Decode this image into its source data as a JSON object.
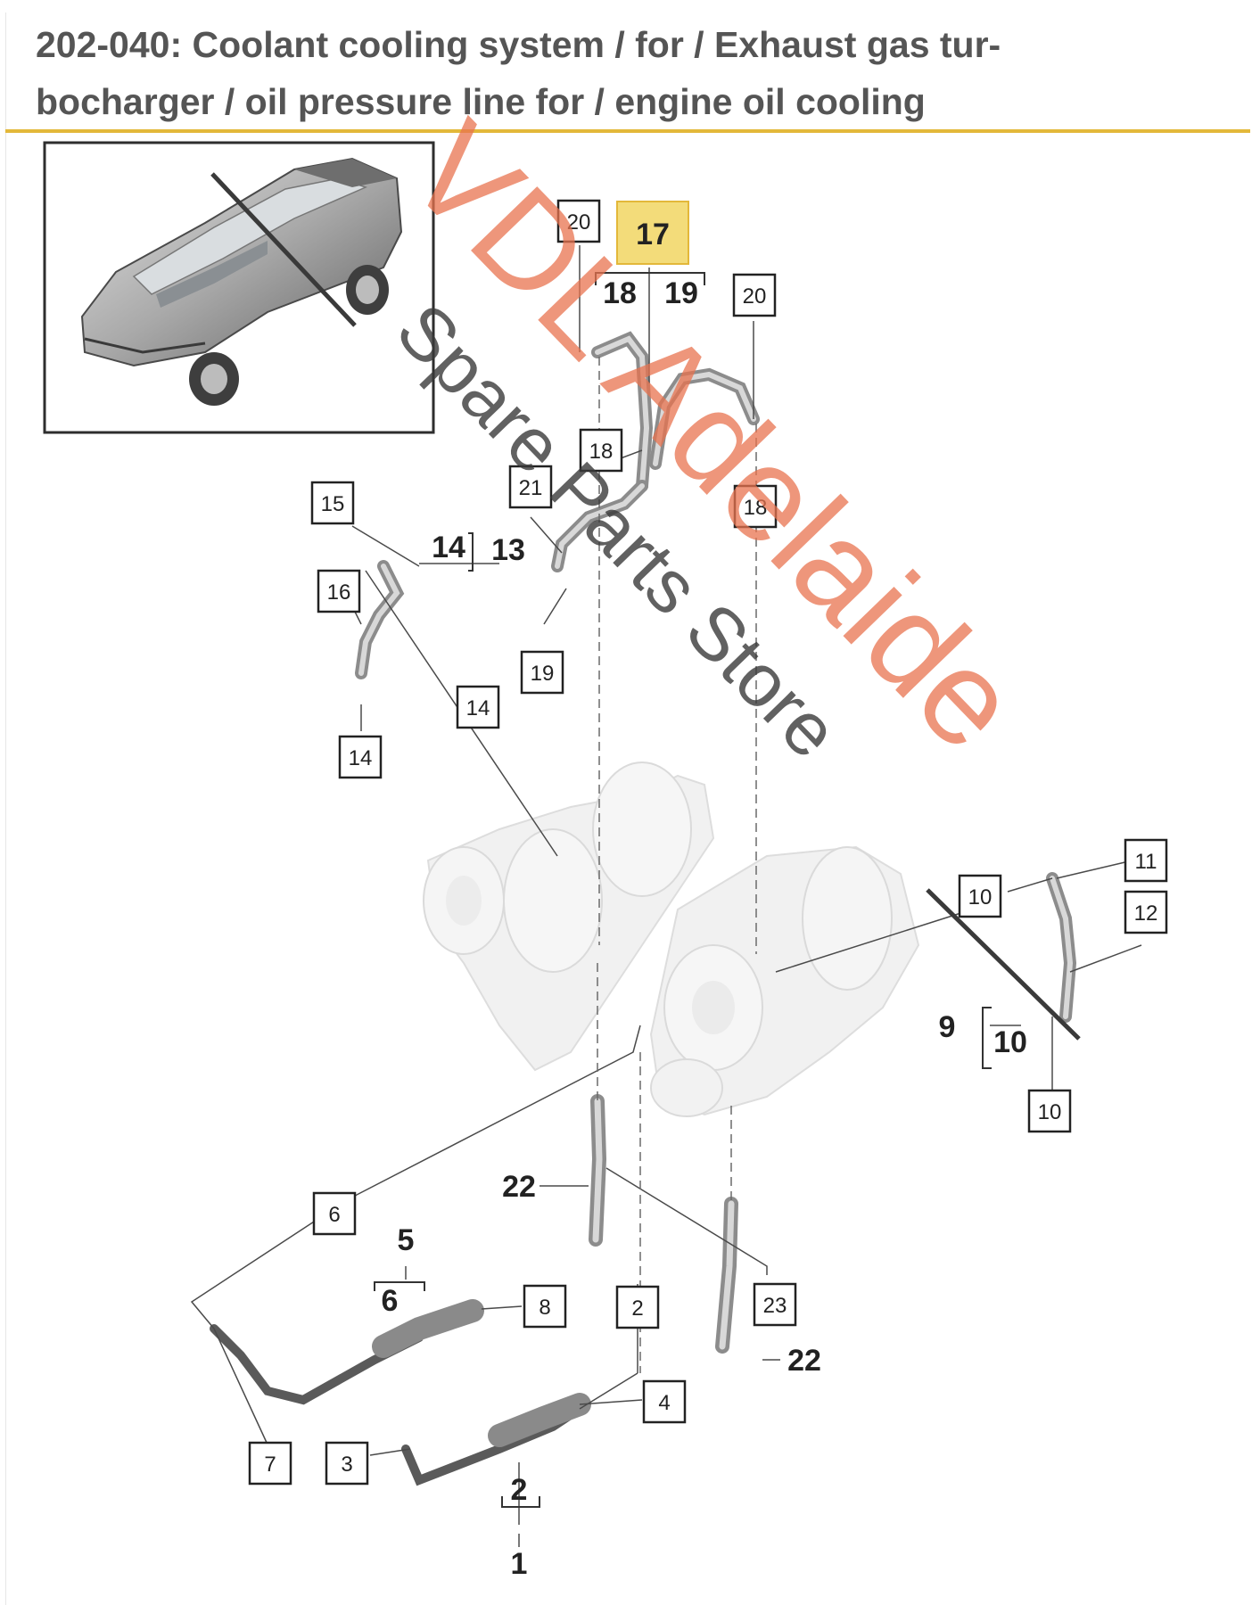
{
  "title": {
    "line1": "202-040: Coolant cooling system / for / Exhaust gas tur-",
    "line2": "bocharger / oil pressure line for / engine oil cooling"
  },
  "colors": {
    "accent_rule": "#e3b83a",
    "highlight": "#f3dc7a",
    "watermark": "#e8734f",
    "text": "#555555"
  },
  "callouts": {
    "c20a": "20",
    "c17": "17",
    "c18a": "18",
    "c19a": "19",
    "c20b": "20",
    "c18b": "18",
    "c18c": "18",
    "c21": "21",
    "c15": "15",
    "c14a": "14",
    "c13": "13",
    "c16": "16",
    "c19b": "19",
    "c14b": "14",
    "c14c": "14",
    "c11": "11",
    "c10a": "10",
    "c12": "12",
    "c9": "9",
    "c10b": "10",
    "c10c": "10",
    "c22a": "22",
    "c6a": "6",
    "c5": "5",
    "c6b": "6",
    "c8": "8",
    "c2a": "2",
    "c23": "23",
    "c22b": "22",
    "c4": "4",
    "c7": "7",
    "c3": "3",
    "c2b": "2",
    "c1": "1"
  },
  "watermark": {
    "brand": "VDL Adelaide",
    "sub": "Spare Parts Store"
  }
}
